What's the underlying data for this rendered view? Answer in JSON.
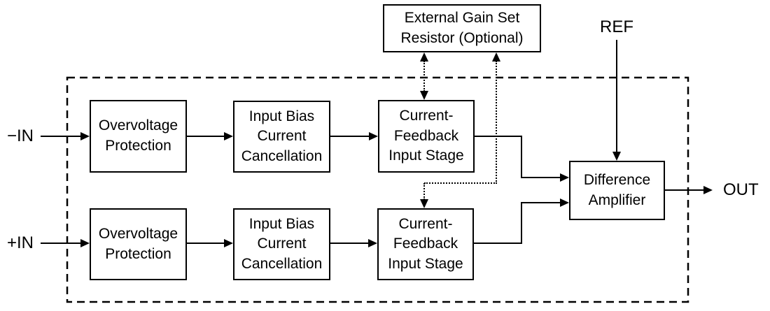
{
  "labels": {
    "neg_input": "−IN",
    "pos_input": "+IN",
    "reference": "REF",
    "output": "OUT"
  },
  "external_gain_box": {
    "label": [
      "External Gain Set",
      "Resistor (Optional)"
    ]
  },
  "blocks": {
    "overvoltage_protection": [
      "Overvoltage",
      "Protection"
    ],
    "input_bias_cancellation": [
      "Input Bias",
      "Current",
      "Cancellation"
    ],
    "current_feedback_stage": [
      "Current-",
      "Feedback",
      "Input Stage"
    ],
    "difference_amplifier": [
      "Difference",
      "Amplifier"
    ]
  },
  "colors": {
    "line": "#000000",
    "background": "#ffffff"
  }
}
